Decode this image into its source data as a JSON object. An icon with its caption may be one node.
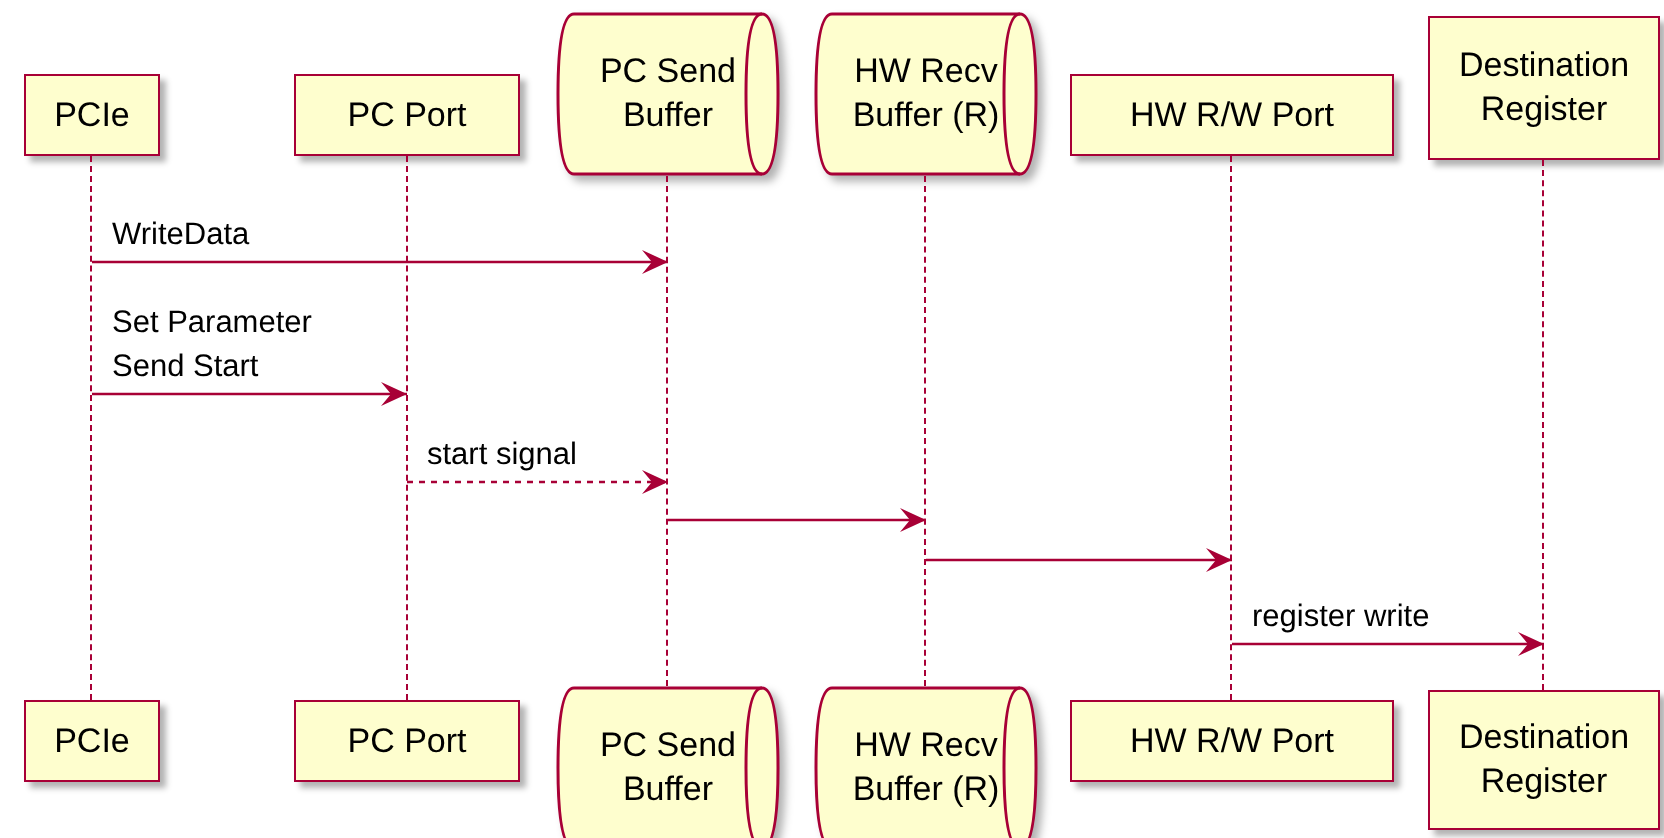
{
  "diagram": {
    "nodes": [
      {
        "text": [
          "PCIe"
        ]
      },
      {
        "text": [
          "PC Port"
        ]
      },
      {
        "text": [
          "PC Send Buffer"
        ]
      },
      {
        "text": [
          "HW Recv Buffer (R)"
        ]
      },
      {
        "text": [
          "HW R/W Port"
        ]
      },
      {
        "text": [
          "Destination Register"
        ]
      },
      {
        "text": [
          "PCIe"
        ]
      },
      {
        "text": [
          "PC Port"
        ]
      },
      {
        "text": [
          "PC Send Buffer"
        ]
      },
      {
        "text": [
          "HW Recv Buffer (R)"
        ]
      },
      {
        "text": [
          "HW R/W Port"
        ]
      },
      {
        "text": [
          "Destination Register"
        ]
      },
      {
        "text": [],
        "shape": "line"
      },
      {
        "text": [],
        "shape": "line"
      },
      {
        "text": [],
        "shape": "line"
      },
      {
        "text": [],
        "shape": "line"
      },
      {
        "text": [],
        "shape": "line"
      },
      {
        "text": [],
        "shape": "line"
      }
    ],
    "edges": [
      {
        "from": 12,
        "to": 14,
        "arrow": "to",
        "label": "WriteData"
      },
      {
        "from": 12,
        "to": 13,
        "arrow": "to",
        "label": "Set Parameter Send Start"
      },
      {
        "from": 13,
        "to": 14,
        "arrow": "to",
        "label": "start signal",
        "style": "dashed"
      },
      {
        "from": 14,
        "to": 15,
        "arrow": "to"
      },
      {
        "from": 15,
        "to": 16,
        "arrow": "to"
      },
      {
        "from": 16,
        "to": 17,
        "arrow": "to",
        "label": "register write"
      }
    ]
  }
}
